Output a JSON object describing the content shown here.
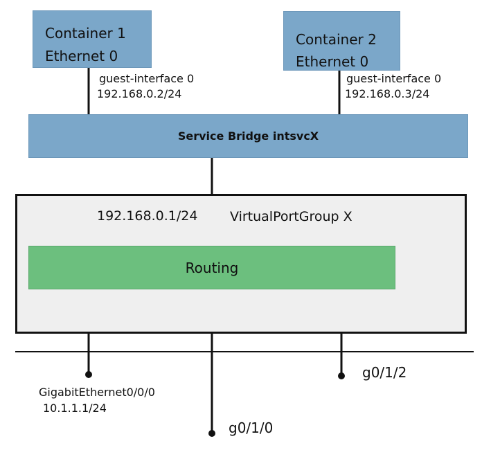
{
  "containers": [
    {
      "name": "Container 1",
      "iface": "Ethernet 0",
      "guest_interface": "guest-interface 0",
      "ip": "192.168.0.2/24"
    },
    {
      "name": "Container 2",
      "iface": "Ethernet 0",
      "guest_interface": "guest-interface 0",
      "ip": "192.168.0.3/24"
    }
  ],
  "bridge": {
    "label": "Service Bridge intsvcX"
  },
  "port_group": {
    "ip": "192.168.0.1/24",
    "label": "VirtualPortGroup X"
  },
  "routing": {
    "label": "Routing"
  },
  "interfaces": {
    "left": {
      "name": "GigabitEthernet0/0/0",
      "ip": "10.1.1.1/24"
    },
    "middle": {
      "name": "g0/1/0"
    },
    "right": {
      "name": "g0/1/2"
    }
  },
  "colors": {
    "container_fill": "#7ba7c9",
    "bridge_fill": "#7ba7c9",
    "routing_fill": "#6cbf7e",
    "port_group_fill": "#efefef",
    "line": "#111111"
  }
}
